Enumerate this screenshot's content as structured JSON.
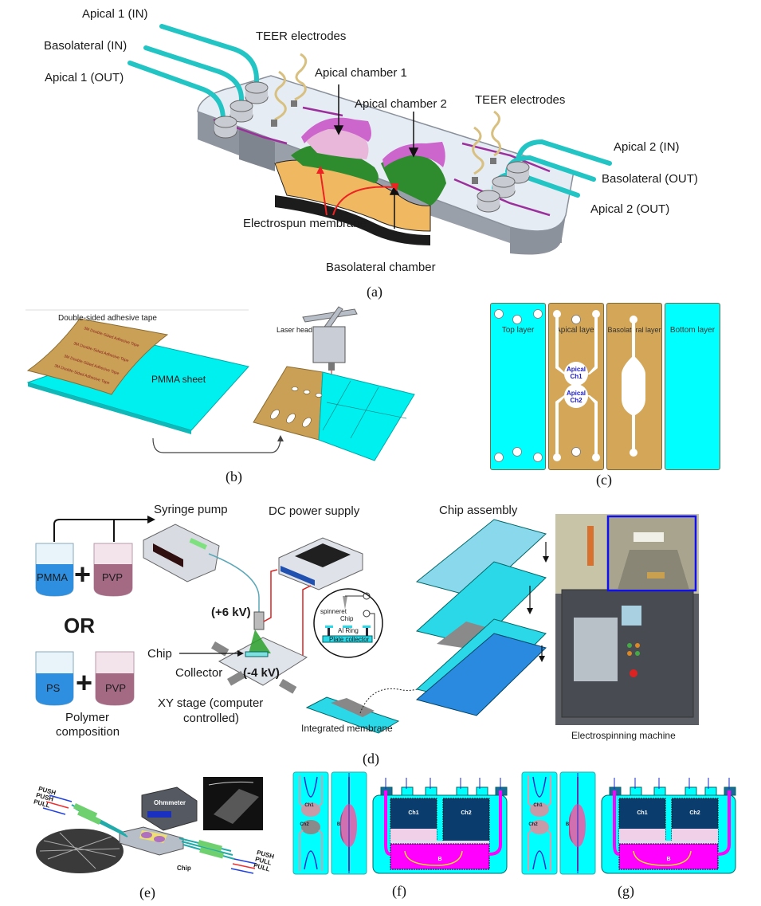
{
  "figure": {
    "panel_a": {
      "caption": "(a)",
      "labels": {
        "apical1_in": "Apical 1 (IN)",
        "basolateral_in": "Basolateral (IN)",
        "apical1_out": "Apical 1 (OUT)",
        "teer_left": "TEER electrodes",
        "apical_chamber_1": "Apical chamber 1",
        "apical_chamber_2": "Apical chamber 2",
        "teer_right": "TEER electrodes",
        "apical2_in": "Apical 2 (IN)",
        "basolateral_out": "Basolateral (OUT)",
        "apical2_out": "Apical 2 (OUT)",
        "electrospun_membrane": "Electrospun membrane",
        "basolateral_chamber": "Basolateral chamber"
      }
    },
    "panel_b": {
      "caption": "(b)",
      "labels": {
        "tape": "Double-sided adhesive tape",
        "pmma_sheet": "PMMA sheet",
        "laser_head": "Laser head"
      },
      "tape_print": "3M Double-Sided Adhesive Tape"
    },
    "panel_c": {
      "caption": "(c)",
      "layers": [
        {
          "label": "Top layer",
          "color": "#00ffff"
        },
        {
          "label": "Apical layer",
          "color": "#d4a657"
        },
        {
          "label": "Basolateral layer",
          "color": "#d4a657"
        },
        {
          "label": "Bottom layer",
          "color": "#00ffff"
        }
      ],
      "channels": {
        "ch1": "Apical Ch1",
        "ch1_a": "Apical",
        "ch1_b": "Ch1",
        "ch2_a": "Apical",
        "ch2_b": "Ch2"
      }
    },
    "panel_d": {
      "caption": "(d)",
      "labels": {
        "syringe_pump": "Syringe pump",
        "dc_power_supply": "DC power supply",
        "chip_assembly": "Chip assembly",
        "pmma": "PMMA",
        "pvp1": "PVP",
        "or": "OR",
        "ps": "PS",
        "pvp2": "PVP",
        "plus": "+",
        "polymer_composition_1": "Polymer",
        "polymer_composition_2": "composition",
        "plus_6kv": "(+6 kV)",
        "minus_4kv": "(-4 kV)",
        "chip": "Chip",
        "collector": "Collector",
        "xy_stage_1": "XY stage (computer",
        "xy_stage_2": "controlled)",
        "integrated_membrane": "Integrated  membrane",
        "electrospinning_machine": "Electrospinning  machine",
        "inset_spinneret": "spinneret",
        "inset_chip": "Chip",
        "inset_al_ring": "Al Ring",
        "inset_plate_collector": "Plate collector",
        "inset_plus": "+",
        "inset_minus": "-"
      }
    },
    "panel_e": {
      "caption": "(e)",
      "labels": {
        "ohmmeter": "Ohmmeter",
        "chip": "Chip",
        "left_push1": "PUSH",
        "left_push2": "PUSH",
        "left_pull": "PULL",
        "right_push": "PUSH",
        "right_pull1": "PULL",
        "right_pull2": "PULL"
      }
    },
    "panel_f": {
      "caption": "(f)",
      "labels": {
        "ch1": "Ch1",
        "ch2": "Ch2",
        "b": "B"
      }
    },
    "panel_g": {
      "caption": "(g)",
      "labels": {
        "ch1": "Ch1",
        "ch2": "Ch2",
        "b": "B"
      }
    }
  },
  "colors": {
    "cyan": "#00ffff",
    "tube": "#22c4c4",
    "tape": "#d4a657",
    "magenta": "#ff00ff",
    "navy": "#0a3d6e",
    "membrane_green": "#2e8b2e",
    "membrane_pink": "#e9b7d9",
    "chamber_orange": "#f0b860",
    "device_gray": "#dfe6ee",
    "arrow_red": "#ee2222"
  }
}
